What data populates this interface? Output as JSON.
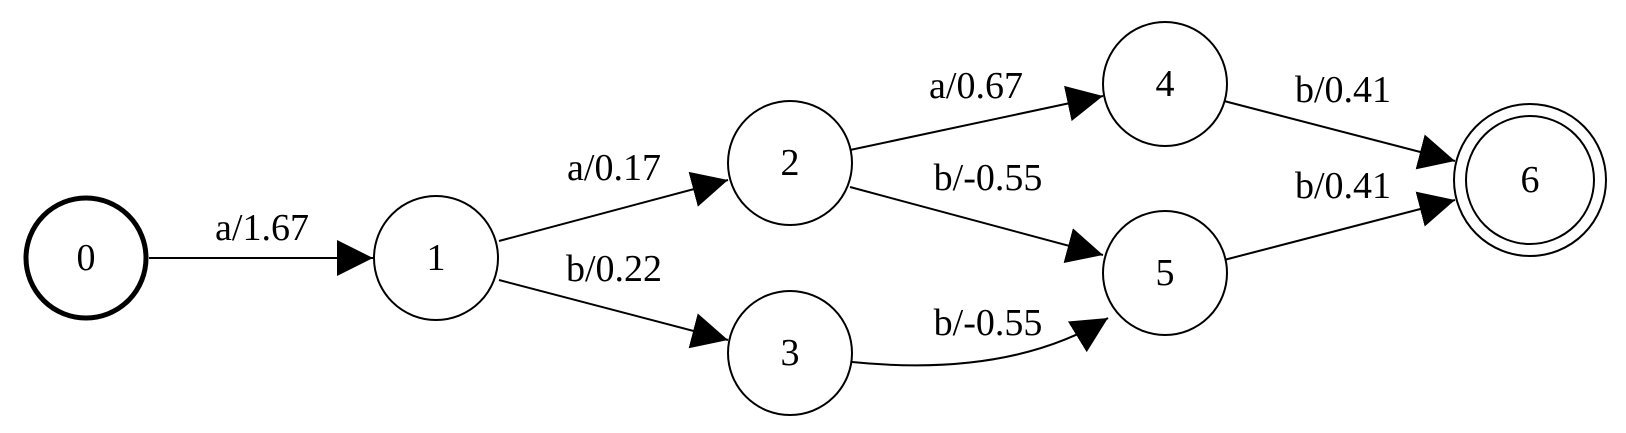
{
  "diagram": {
    "type": "weighted-finite-state-automaton",
    "start_state": "0",
    "final_states": [
      "6"
    ],
    "nodes": [
      {
        "id": "n0",
        "label": "0",
        "kind": "start"
      },
      {
        "id": "n1",
        "label": "1",
        "kind": "normal"
      },
      {
        "id": "n2",
        "label": "2",
        "kind": "normal"
      },
      {
        "id": "n3",
        "label": "3",
        "kind": "normal"
      },
      {
        "id": "n4",
        "label": "4",
        "kind": "normal"
      },
      {
        "id": "n5",
        "label": "5",
        "kind": "normal"
      },
      {
        "id": "n6",
        "label": "6",
        "kind": "final"
      }
    ],
    "edges": [
      {
        "id": "e01",
        "from": "0",
        "to": "1",
        "label": "a/1.67"
      },
      {
        "id": "e12",
        "from": "1",
        "to": "2",
        "label": "a/0.17"
      },
      {
        "id": "e13",
        "from": "1",
        "to": "3",
        "label": "b/0.22"
      },
      {
        "id": "e24",
        "from": "2",
        "to": "4",
        "label": "a/0.67"
      },
      {
        "id": "e25",
        "from": "2",
        "to": "5",
        "label": "b/-0.55"
      },
      {
        "id": "e35",
        "from": "3",
        "to": "5",
        "label": "b/-0.55"
      },
      {
        "id": "e46",
        "from": "4",
        "to": "6",
        "label": "b/0.41"
      },
      {
        "id": "e56",
        "from": "5",
        "to": "6",
        "label": "b/0.41"
      }
    ]
  }
}
